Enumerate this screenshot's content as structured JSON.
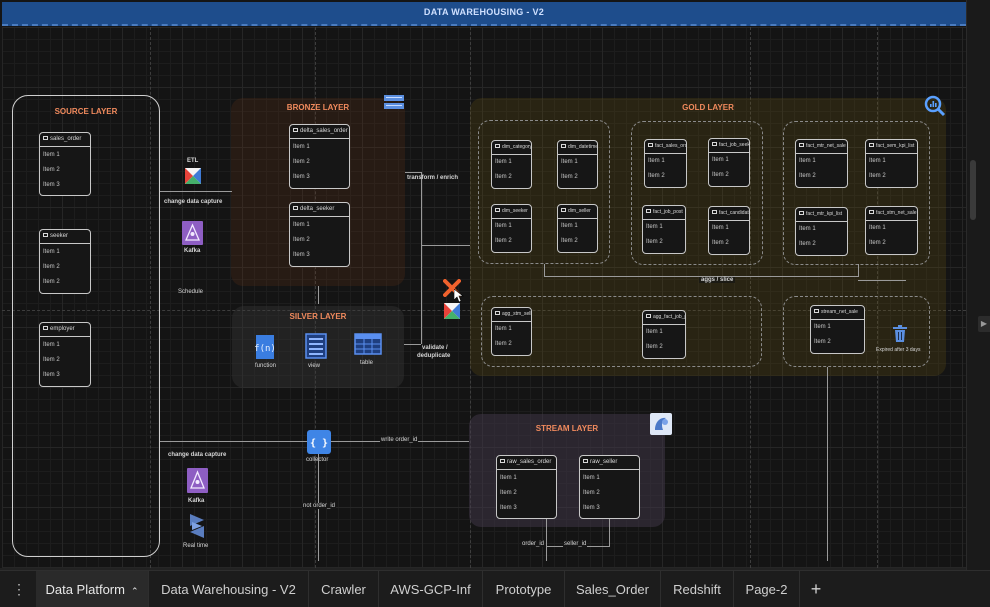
{
  "header": {
    "title": "DATA WAREHOUSING - V2"
  },
  "layers": {
    "source": "SOURCE LAYER",
    "bronze": "BRONZE LAYER",
    "silver": "SILVER LAYER",
    "gold": "GOLD LAYER",
    "stream": "STREAM LAYER"
  },
  "source_tables": [
    {
      "name": "sales_order",
      "items": [
        "Item 1",
        "Item 2",
        "Item 3"
      ]
    },
    {
      "name": "seeker",
      "items": [
        "Item 1",
        "Item 2",
        "Item 2"
      ]
    },
    {
      "name": "employer",
      "items": [
        "Item 1",
        "Item 2",
        "Item 3"
      ]
    }
  ],
  "bronze_tables": [
    {
      "name": "delta_sales_order",
      "items": [
        "Item 1",
        "Item 2",
        "Item 3"
      ]
    },
    {
      "name": "delta_seeker",
      "items": [
        "Item 1",
        "Item 2",
        "Item 3"
      ]
    }
  ],
  "gold_dim_tables": [
    {
      "name": "dim_category",
      "items": [
        "Item 1",
        "Item 2"
      ]
    },
    {
      "name": "dim_datetime",
      "items": [
        "Item 1",
        "Item 2"
      ]
    },
    {
      "name": "dim_seeker",
      "items": [
        "Item 1",
        "Item 2"
      ]
    },
    {
      "name": "dim_seller",
      "items": [
        "Item 1",
        "Item 2"
      ]
    }
  ],
  "gold_fact_tables": [
    {
      "name": "fact_sales_order",
      "items": [
        "Item 1",
        "Item 2"
      ]
    },
    {
      "name": "fact_job_seeker",
      "items": [
        "Item 1",
        "Item 2"
      ]
    },
    {
      "name": "fact_job_post",
      "items": [
        "Item 1",
        "Item 2"
      ]
    },
    {
      "name": "fact_candidate",
      "items": [
        "Item 1",
        "Item 2"
      ]
    }
  ],
  "gold_agg_tables": [
    {
      "name": "fact_mtr_net_sale",
      "items": [
        "Item 1",
        "Item 2"
      ]
    },
    {
      "name": "fact_sem_kpi_list",
      "items": [
        "Item 1",
        "Item 2"
      ]
    },
    {
      "name": "fact_mtr_kpi_list",
      "items": [
        "Item 1",
        "Item 2"
      ]
    },
    {
      "name": "fact_stm_net_sale",
      "items": [
        "Item 1",
        "Item 2"
      ]
    }
  ],
  "gold_lower_tables": [
    {
      "name": "agg_stm_seller",
      "items": [
        "Item 1",
        "Item 2"
      ]
    },
    {
      "name": "agg_fact_job_post",
      "items": [
        "Item 1",
        "Item 2"
      ]
    }
  ],
  "stream_net_table": {
    "name": "stream_net_sale",
    "items": [
      "Item 1",
      "Item 2"
    ]
  },
  "stream_tables": [
    {
      "name": "raw_sales_order",
      "items": [
        "Item 1",
        "Item 2",
        "Item 3"
      ]
    },
    {
      "name": "raw_seller",
      "items": [
        "Item 1",
        "Item 2",
        "Item 3"
      ]
    }
  ],
  "labels": {
    "etl": "ETL",
    "cdc1": "change data capture",
    "kafka1": "Kafka",
    "schedule": "Schedule",
    "transform": "transform / enrich",
    "validate1": "validate /",
    "validate2": "deduplicate",
    "aggs": "aggs / slice",
    "function": "function",
    "view": "view",
    "table": "table",
    "cdc2": "change data capture",
    "kafka2": "Kafka",
    "realtime": "Real time",
    "collector": "collector",
    "write_order": "write order_id",
    "not_order": "not order_id",
    "order_id": "order_id",
    "seller_id": "seller_id",
    "expired": "Expired after 3 days"
  },
  "tabs": [
    "Data Platform",
    "Data Warehousing - V2",
    "Crawler",
    "AWS-GCP-Inf",
    "Prototype",
    "Sales_Order",
    "Redshift",
    "Page-2"
  ],
  "active_tab": "Data Platform",
  "icons": [
    "databricks-icon",
    "kafka-icon",
    "bigquery-icon",
    "pubsub-icon",
    "delete-icon",
    "cursor-icon"
  ]
}
